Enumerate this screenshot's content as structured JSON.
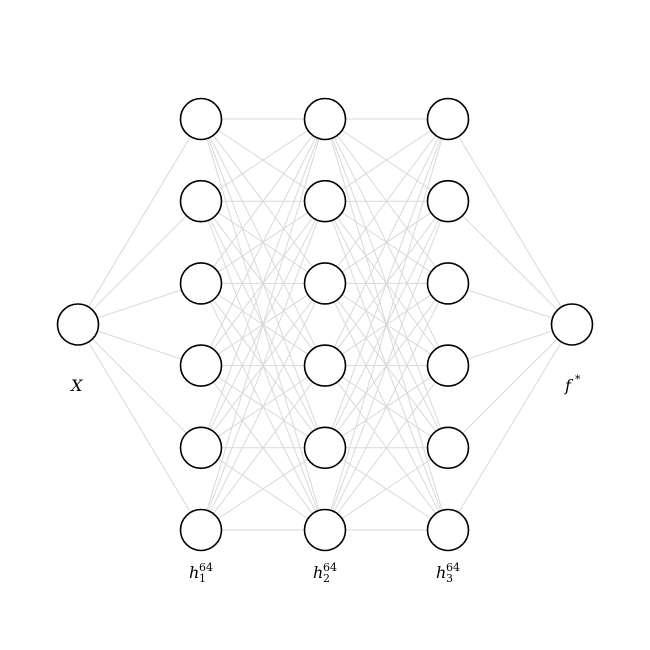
{
  "diagram": {
    "type": "neural-network",
    "layers": [
      {
        "id": "input",
        "nodes": 1,
        "label": {
          "base": "X",
          "sub": "",
          "sup": ""
        }
      },
      {
        "id": "hidden-1",
        "nodes": 6,
        "label": {
          "base": "h",
          "sub": "1",
          "sup": "64"
        }
      },
      {
        "id": "hidden-2",
        "nodes": 6,
        "label": {
          "base": "h",
          "sub": "2",
          "sup": "64"
        }
      },
      {
        "id": "hidden-3",
        "nodes": 6,
        "label": {
          "base": "h",
          "sub": "3",
          "sup": "64"
        }
      },
      {
        "id": "output",
        "nodes": 1,
        "label": {
          "base": "f",
          "sub": "",
          "sup": "*"
        }
      }
    ],
    "colors": {
      "edge": "#d9d9d9",
      "node_stroke": "#000000",
      "node_fill": "#ffffff",
      "background": "#ffffff"
    }
  }
}
